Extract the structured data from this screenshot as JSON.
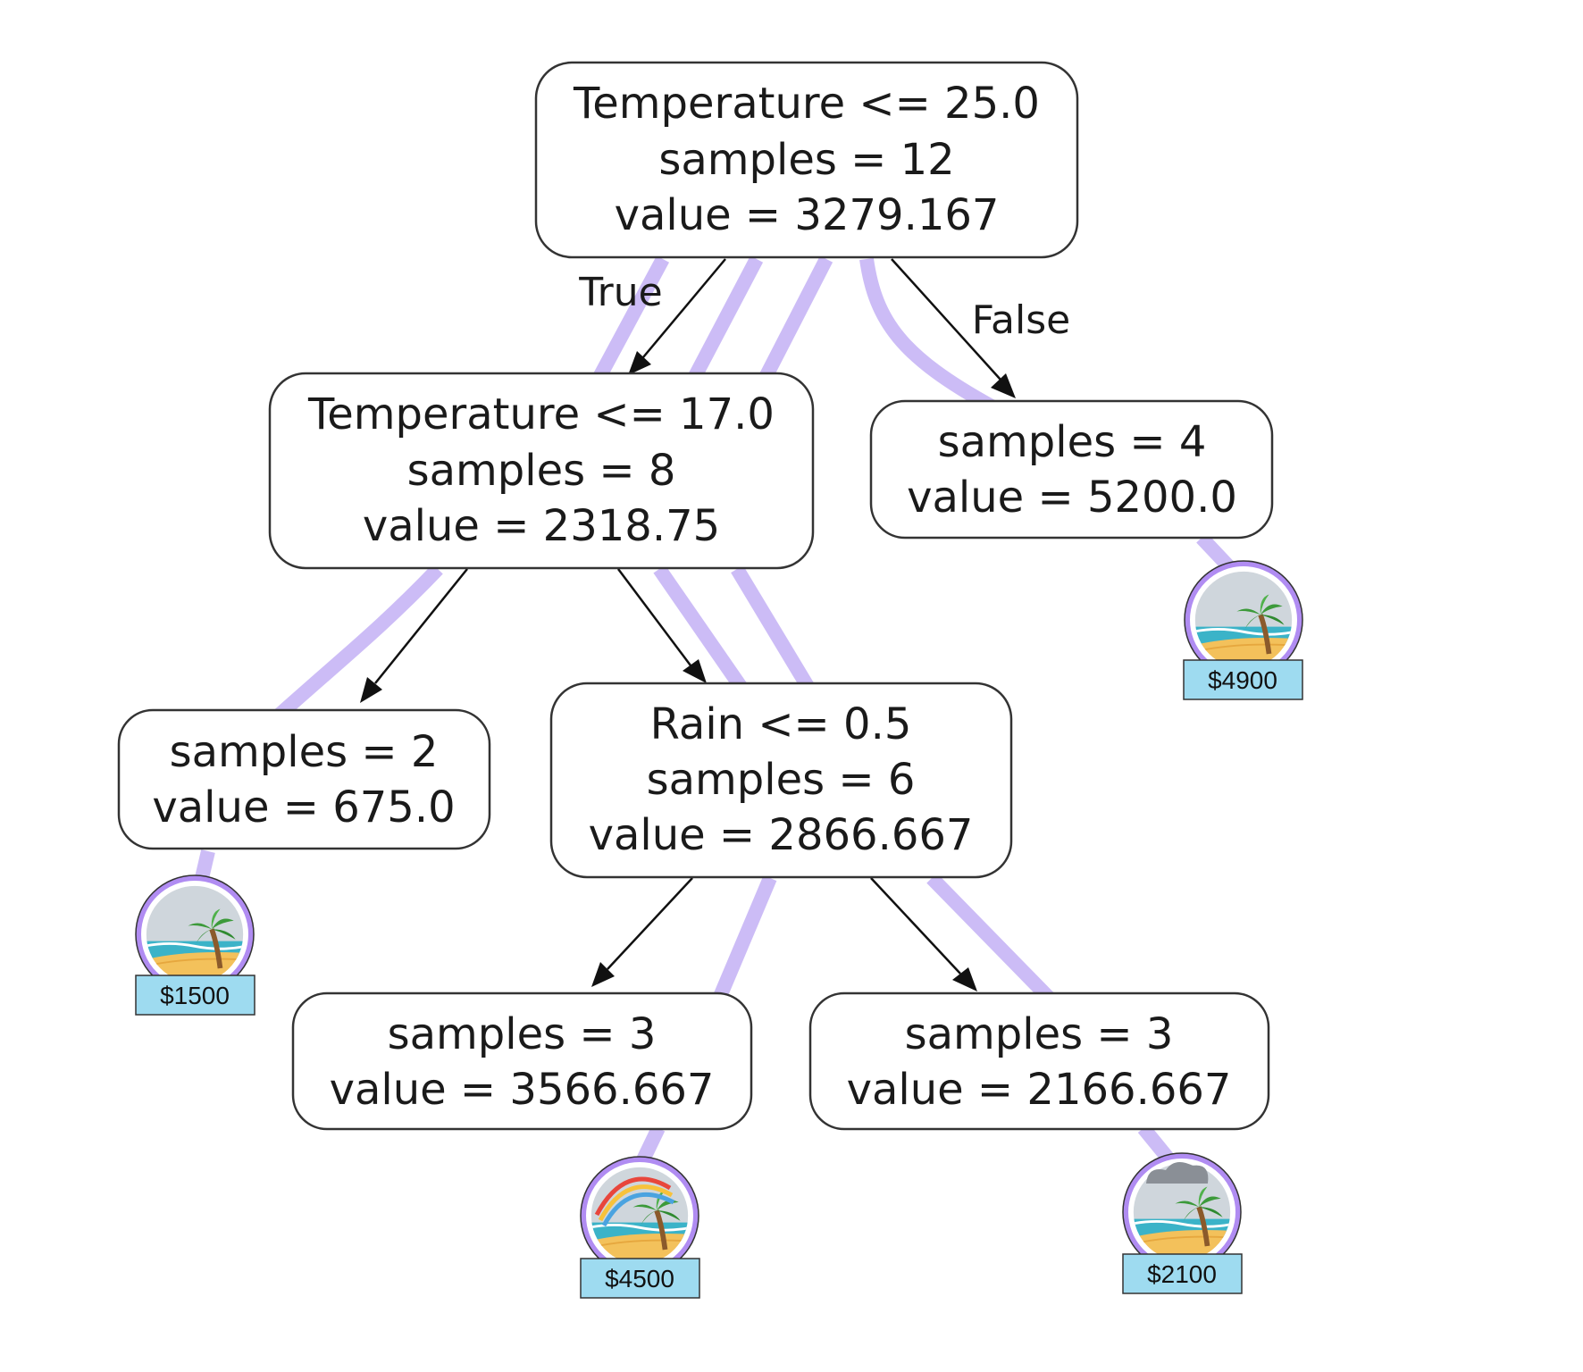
{
  "nodes": [
    {
      "id": "root",
      "lines": [
        "Temperature <= 25.0",
        "samples = 12",
        "value = 3279.167"
      ]
    },
    {
      "id": "n1",
      "lines": [
        "Temperature <= 17.0",
        "samples = 8",
        "value = 2318.75"
      ]
    },
    {
      "id": "n2",
      "lines": [
        "samples = 4",
        "value = 5200.0"
      ]
    },
    {
      "id": "n3",
      "lines": [
        "samples = 2",
        "value = 675.0"
      ]
    },
    {
      "id": "n4",
      "lines": [
        "Rain <= 0.5",
        "samples = 6",
        "value = 2866.667"
      ]
    },
    {
      "id": "n5",
      "lines": [
        "samples = 3",
        "value = 3566.667"
      ]
    },
    {
      "id": "n6",
      "lines": [
        "samples = 3",
        "value = 2166.667"
      ]
    }
  ],
  "edge_labels": {
    "true_label": "True",
    "false_label": "False"
  },
  "samples": [
    {
      "leaf": "n2",
      "price": "$4900",
      "icon": "beach-cloudy-icon"
    },
    {
      "leaf": "n3",
      "price": "$1500",
      "icon": "beach-cloudy-icon"
    },
    {
      "leaf": "n5",
      "price": "$4500",
      "icon": "beach-rainbow-icon"
    },
    {
      "leaf": "n6",
      "price": "$2100",
      "icon": "beach-rainy-icon"
    }
  ],
  "colors": {
    "path_trace": "#c9b8f5",
    "price_tag": "#9edbf0",
    "icon_ring": "#b08cf2"
  }
}
